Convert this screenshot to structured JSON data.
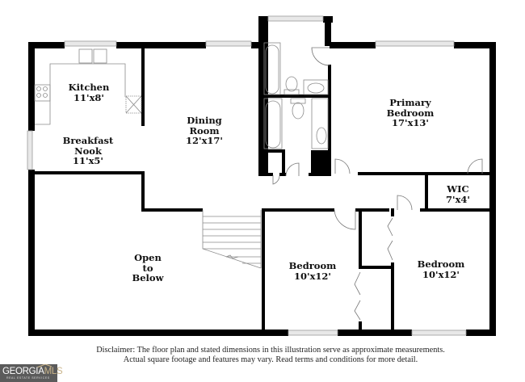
{
  "floor_plan": {
    "rooms": [
      {
        "id": "kitchen",
        "name": "Kitchen",
        "dimensions": "11'x8'"
      },
      {
        "id": "breakfast-nook",
        "name": "Breakfast Nook",
        "name_line1": "Breakfast",
        "name_line2": "Nook",
        "dimensions": "11'x5'"
      },
      {
        "id": "dining-room",
        "name": "Dining Room",
        "name_line1": "Dining",
        "name_line2": "Room",
        "dimensions": "12'x17'"
      },
      {
        "id": "primary-bedroom",
        "name": "Primary Bedroom",
        "name_line1": "Primary",
        "name_line2": "Bedroom",
        "dimensions": "17'x13'"
      },
      {
        "id": "wic",
        "name": "WIC",
        "dimensions": "7'x4'"
      },
      {
        "id": "open-to-below",
        "name": "Open to Below",
        "name_line1": "Open",
        "name_line2": "to",
        "name_line3": "Below"
      },
      {
        "id": "bedroom-2",
        "name": "Bedroom",
        "dimensions": "10'x12'"
      },
      {
        "id": "bedroom-3",
        "name": "Bedroom",
        "dimensions": "10'x12'"
      }
    ],
    "fixtures": [
      "sink-icon",
      "stove-icon",
      "refrigerator-icon",
      "bathtub-icon",
      "toilet-icon",
      "vanity-sink-icon",
      "stairs-icon",
      "bifold-door-icon",
      "swing-door-icon",
      "window-icon"
    ]
  },
  "disclaimer": {
    "line1": "Disclaimer: The floor plan and stated dimensions in this illustration serve as approximate measurements.",
    "line2": "Actual square footage and features may vary. Read terms and conditions for more detail."
  },
  "logo": {
    "text_primary": "GEORGIA",
    "text_accent": "MLS",
    "tagline": "REAL ESTATE SERVICES",
    "bg_color": "#5b5b5b",
    "accent_color": "#c9b48a"
  }
}
